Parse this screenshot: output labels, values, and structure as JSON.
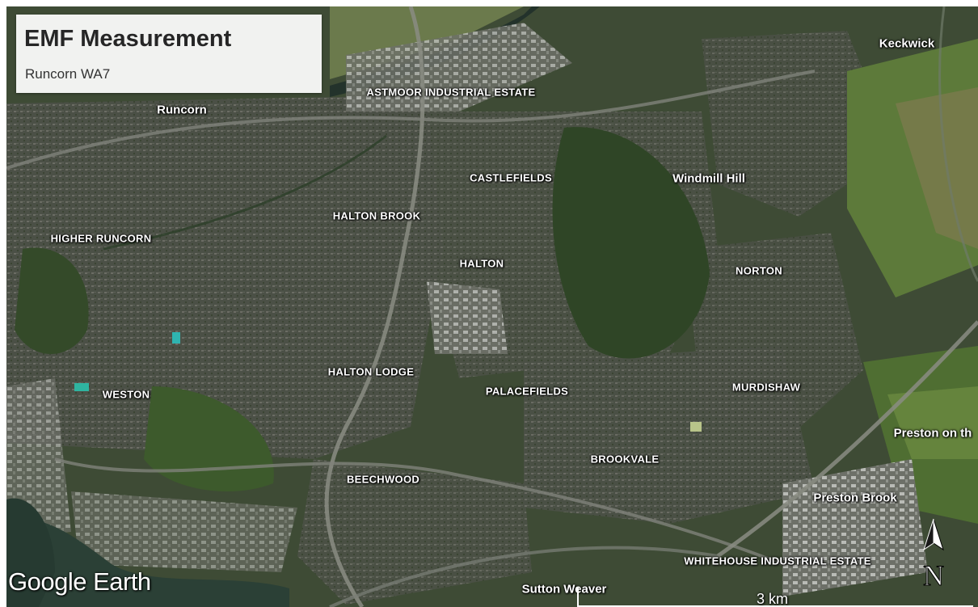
{
  "title_box": {
    "title": "EMF Measurement",
    "subtitle": "Runcorn WA7"
  },
  "places": {
    "keckwick": "Keckwick",
    "astmoor": "ASTMOOR INDUSTRIAL ESTATE",
    "runcorn": "Runcorn",
    "castlefields": "CASTLEFIELDS",
    "windmill_hill": "Windmill Hill",
    "halton_brook": "HALTON BROOK",
    "higher_runcorn": "HIGHER RUNCORN",
    "halton": "HALTON",
    "norton": "NORTON",
    "halton_lodge": "HALTON LODGE",
    "palacefields": "PALACEFIELDS",
    "murdishaw": "MURDISHAW",
    "weston": "WESTON",
    "preston_on_the_hill": "Preston on th",
    "brookvale": "BROOKVALE",
    "beechwood": "BEECHWOOD",
    "preston_brook": "Preston Brook",
    "whitehouse": "WHITEHOUSE INDUSTRIAL ESTATE",
    "sutton_weaver": "Sutton Weaver"
  },
  "brand": "Google Earth",
  "scale": "3 km",
  "north_label": "N",
  "icons": {
    "north": "north-arrow-icon"
  },
  "colors": {
    "urban": "#4d5347",
    "vegetation": "#34482a",
    "field": "#5f7a3e",
    "river": "#2b4036",
    "label": "#ffffff",
    "title_box": "#ffffff"
  }
}
